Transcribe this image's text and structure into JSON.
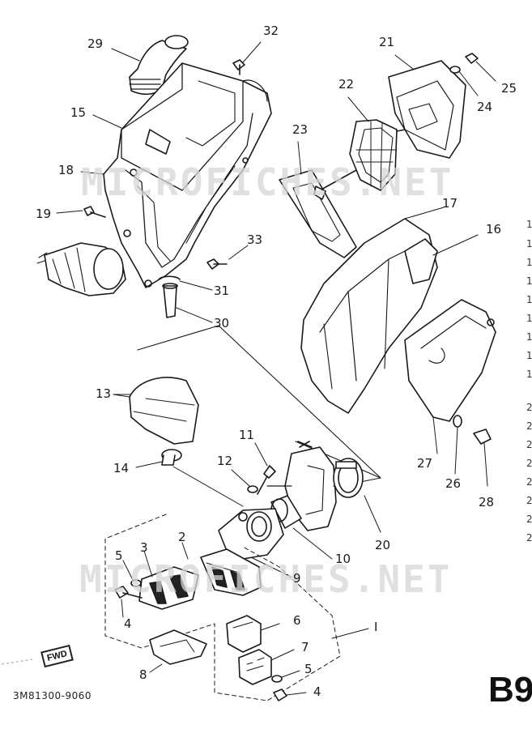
{
  "watermark_text": "MICROFICHES.NET",
  "part_labels": [
    {
      "id": "29",
      "text": "29"
    },
    {
      "id": "32",
      "text": "32"
    },
    {
      "id": "21",
      "text": "21"
    },
    {
      "id": "25",
      "text": "25"
    },
    {
      "id": "22",
      "text": "22"
    },
    {
      "id": "24",
      "text": "24"
    },
    {
      "id": "15",
      "text": "15"
    },
    {
      "id": "23",
      "text": "23"
    },
    {
      "id": "18",
      "text": "18"
    },
    {
      "id": "17",
      "text": "17"
    },
    {
      "id": "16",
      "text": "16"
    },
    {
      "id": "19",
      "text": "19"
    },
    {
      "id": "33",
      "text": "33"
    },
    {
      "id": "31",
      "text": "31"
    },
    {
      "id": "30",
      "text": "30"
    },
    {
      "id": "13",
      "text": "13"
    },
    {
      "id": "11",
      "text": "11"
    },
    {
      "id": "12",
      "text": "12"
    },
    {
      "id": "14",
      "text": "14"
    },
    {
      "id": "27",
      "text": "27"
    },
    {
      "id": "26",
      "text": "26"
    },
    {
      "id": "28",
      "text": "28"
    },
    {
      "id": "20",
      "text": "20"
    },
    {
      "id": "10",
      "text": "10"
    },
    {
      "id": "2",
      "text": "2"
    },
    {
      "id": "3",
      "text": "3"
    },
    {
      "id": "5a",
      "text": "5"
    },
    {
      "id": "9",
      "text": "9"
    },
    {
      "id": "4a",
      "text": "4"
    },
    {
      "id": "6",
      "text": "6"
    },
    {
      "id": "1",
      "text": "I"
    },
    {
      "id": "7",
      "text": "7"
    },
    {
      "id": "5b",
      "text": "5"
    },
    {
      "id": "8",
      "text": "8"
    },
    {
      "id": "4b",
      "text": "4"
    }
  ],
  "fwd_label": "FWD",
  "diagram_code": "3M81300-9060",
  "section_code": "B9",
  "edge_numbers": [
    "1",
    "1",
    "1",
    "1",
    "1",
    "1",
    "1",
    "1",
    "1",
    "2",
    "2",
    "2",
    "2",
    "2",
    "2",
    "2",
    "2"
  ]
}
